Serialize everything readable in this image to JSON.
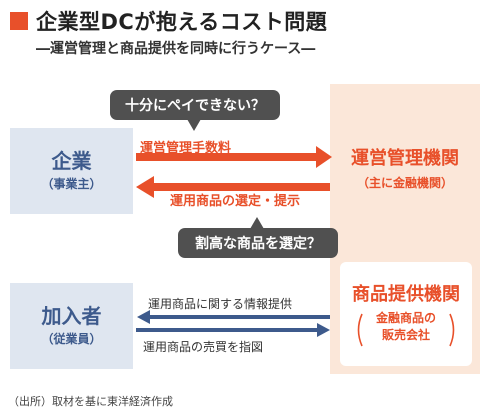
{
  "title": "企業型DCが抱えるコスト問題",
  "subtitle": "―運営管理と商品提供を同時に行うケース―",
  "company": {
    "label": "企業",
    "sub": "（事業主）"
  },
  "members": {
    "label": "加入者",
    "sub": "（従業員）"
  },
  "admin": {
    "label": "運営管理機関",
    "sub": "（主に金融機関）"
  },
  "provider": {
    "label": "商品提供機関",
    "sub_line1": "金融商品の",
    "sub_line2": "販売会社"
  },
  "bubbles": {
    "top": "十分にペイできない？",
    "bottom": "割高な商品を選定？"
  },
  "flows": {
    "admin_fee": "運営管理手数料",
    "selection": "運用商品の選定・提示",
    "info": "運用商品に関する情報提供",
    "trade": "運用商品の売買を指図"
  },
  "source": "（出所）取材を基に東洋経済作成",
  "colors": {
    "accent": "#e8502a",
    "blue": "#3d5a8c",
    "box_blue": "#dfe6f0",
    "box_peach": "#fbe7d9",
    "bubble": "#505050"
  }
}
